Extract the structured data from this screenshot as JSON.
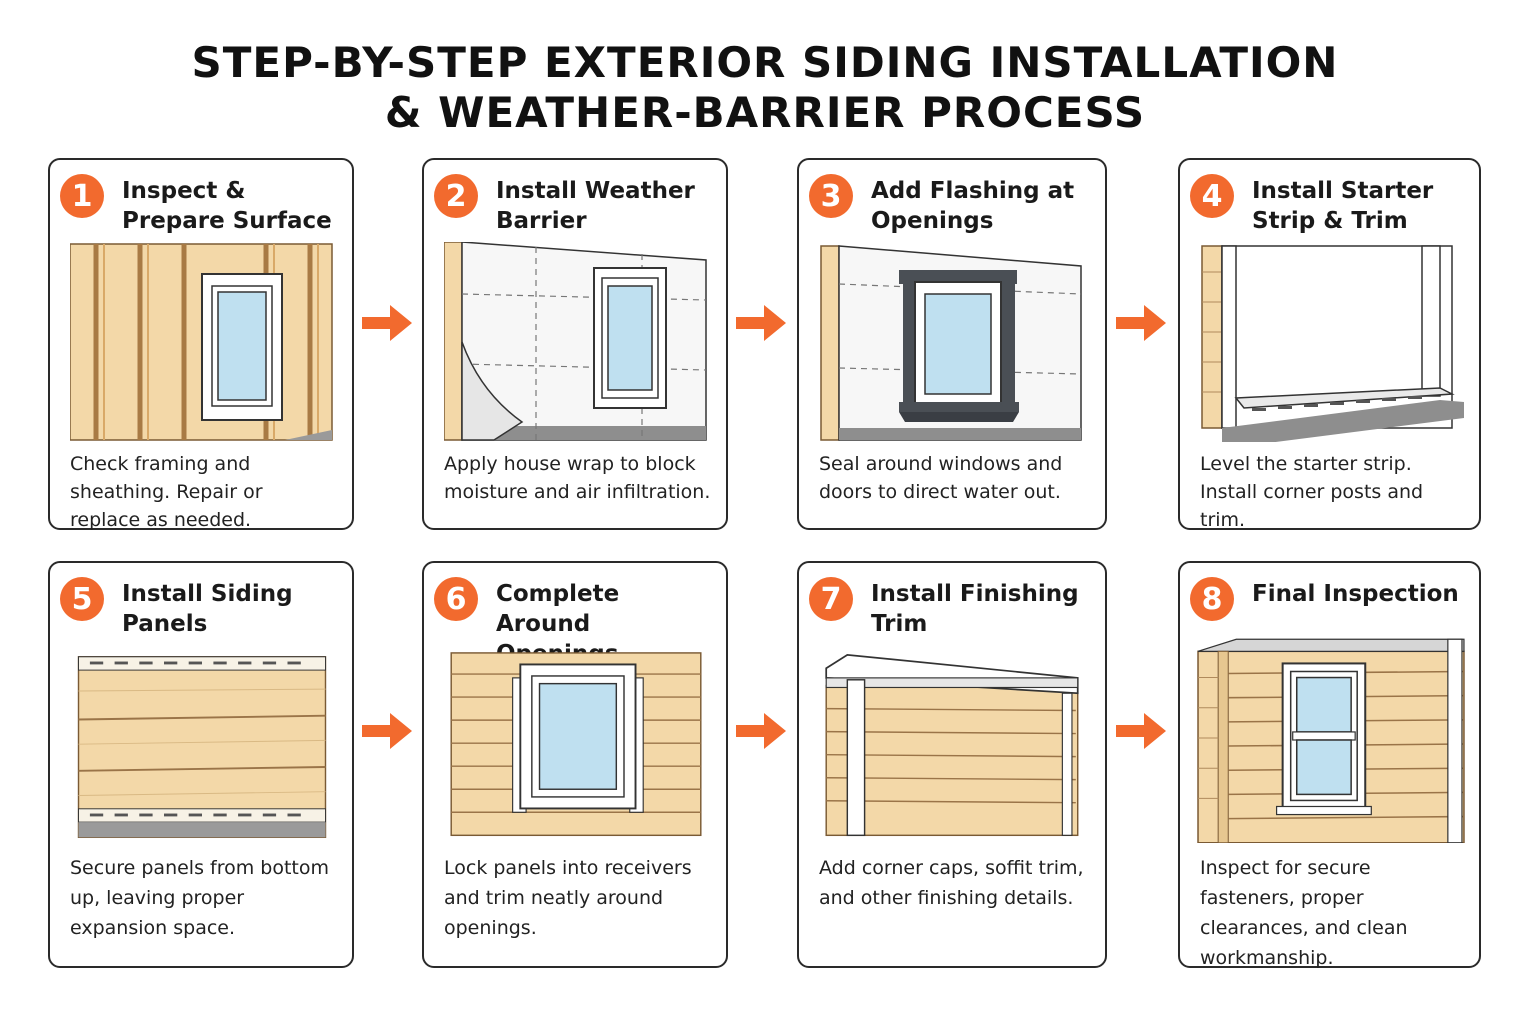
{
  "title": {
    "line1": "STEP-BY-STEP EXTERIOR SIDING INSTALLATION",
    "line2": "& WEATHER-BARRIER PROCESS"
  },
  "colors": {
    "accent": "#f26a2e",
    "siding": "#f3d8a8",
    "siding_line": "#b08a5c",
    "glass": "#bfe0f0",
    "flashing": "#4a4f55"
  },
  "steps": [
    {
      "number": "1",
      "title": "Inspect & Prepare Surface",
      "description": "Check framing and sheathing. Repair or replace as needed."
    },
    {
      "number": "2",
      "title": "Install Weather Barrier",
      "description": "Apply house wrap to block moisture and air infiltration."
    },
    {
      "number": "3",
      "title": "Add Flashing at Openings",
      "description": "Seal around windows and doors to direct water out."
    },
    {
      "number": "4",
      "title": "Install Starter Strip & Trim",
      "description": "Level the starter strip. Install corner posts and trim."
    },
    {
      "number": "5",
      "title": "Install Siding Panels",
      "description": "Secure panels from bottom up, leaving proper expansion space."
    },
    {
      "number": "6",
      "title": "Complete Around Openings",
      "description": "Lock panels into receivers and trim neatly around openings."
    },
    {
      "number": "7",
      "title": "Install Finishing Trim",
      "description": "Add corner caps, soffit trim, and other finishing details."
    },
    {
      "number": "8",
      "title": "Final Inspection",
      "description": "Inspect for secure fasteners, proper clearances, and clean workmanship."
    }
  ]
}
